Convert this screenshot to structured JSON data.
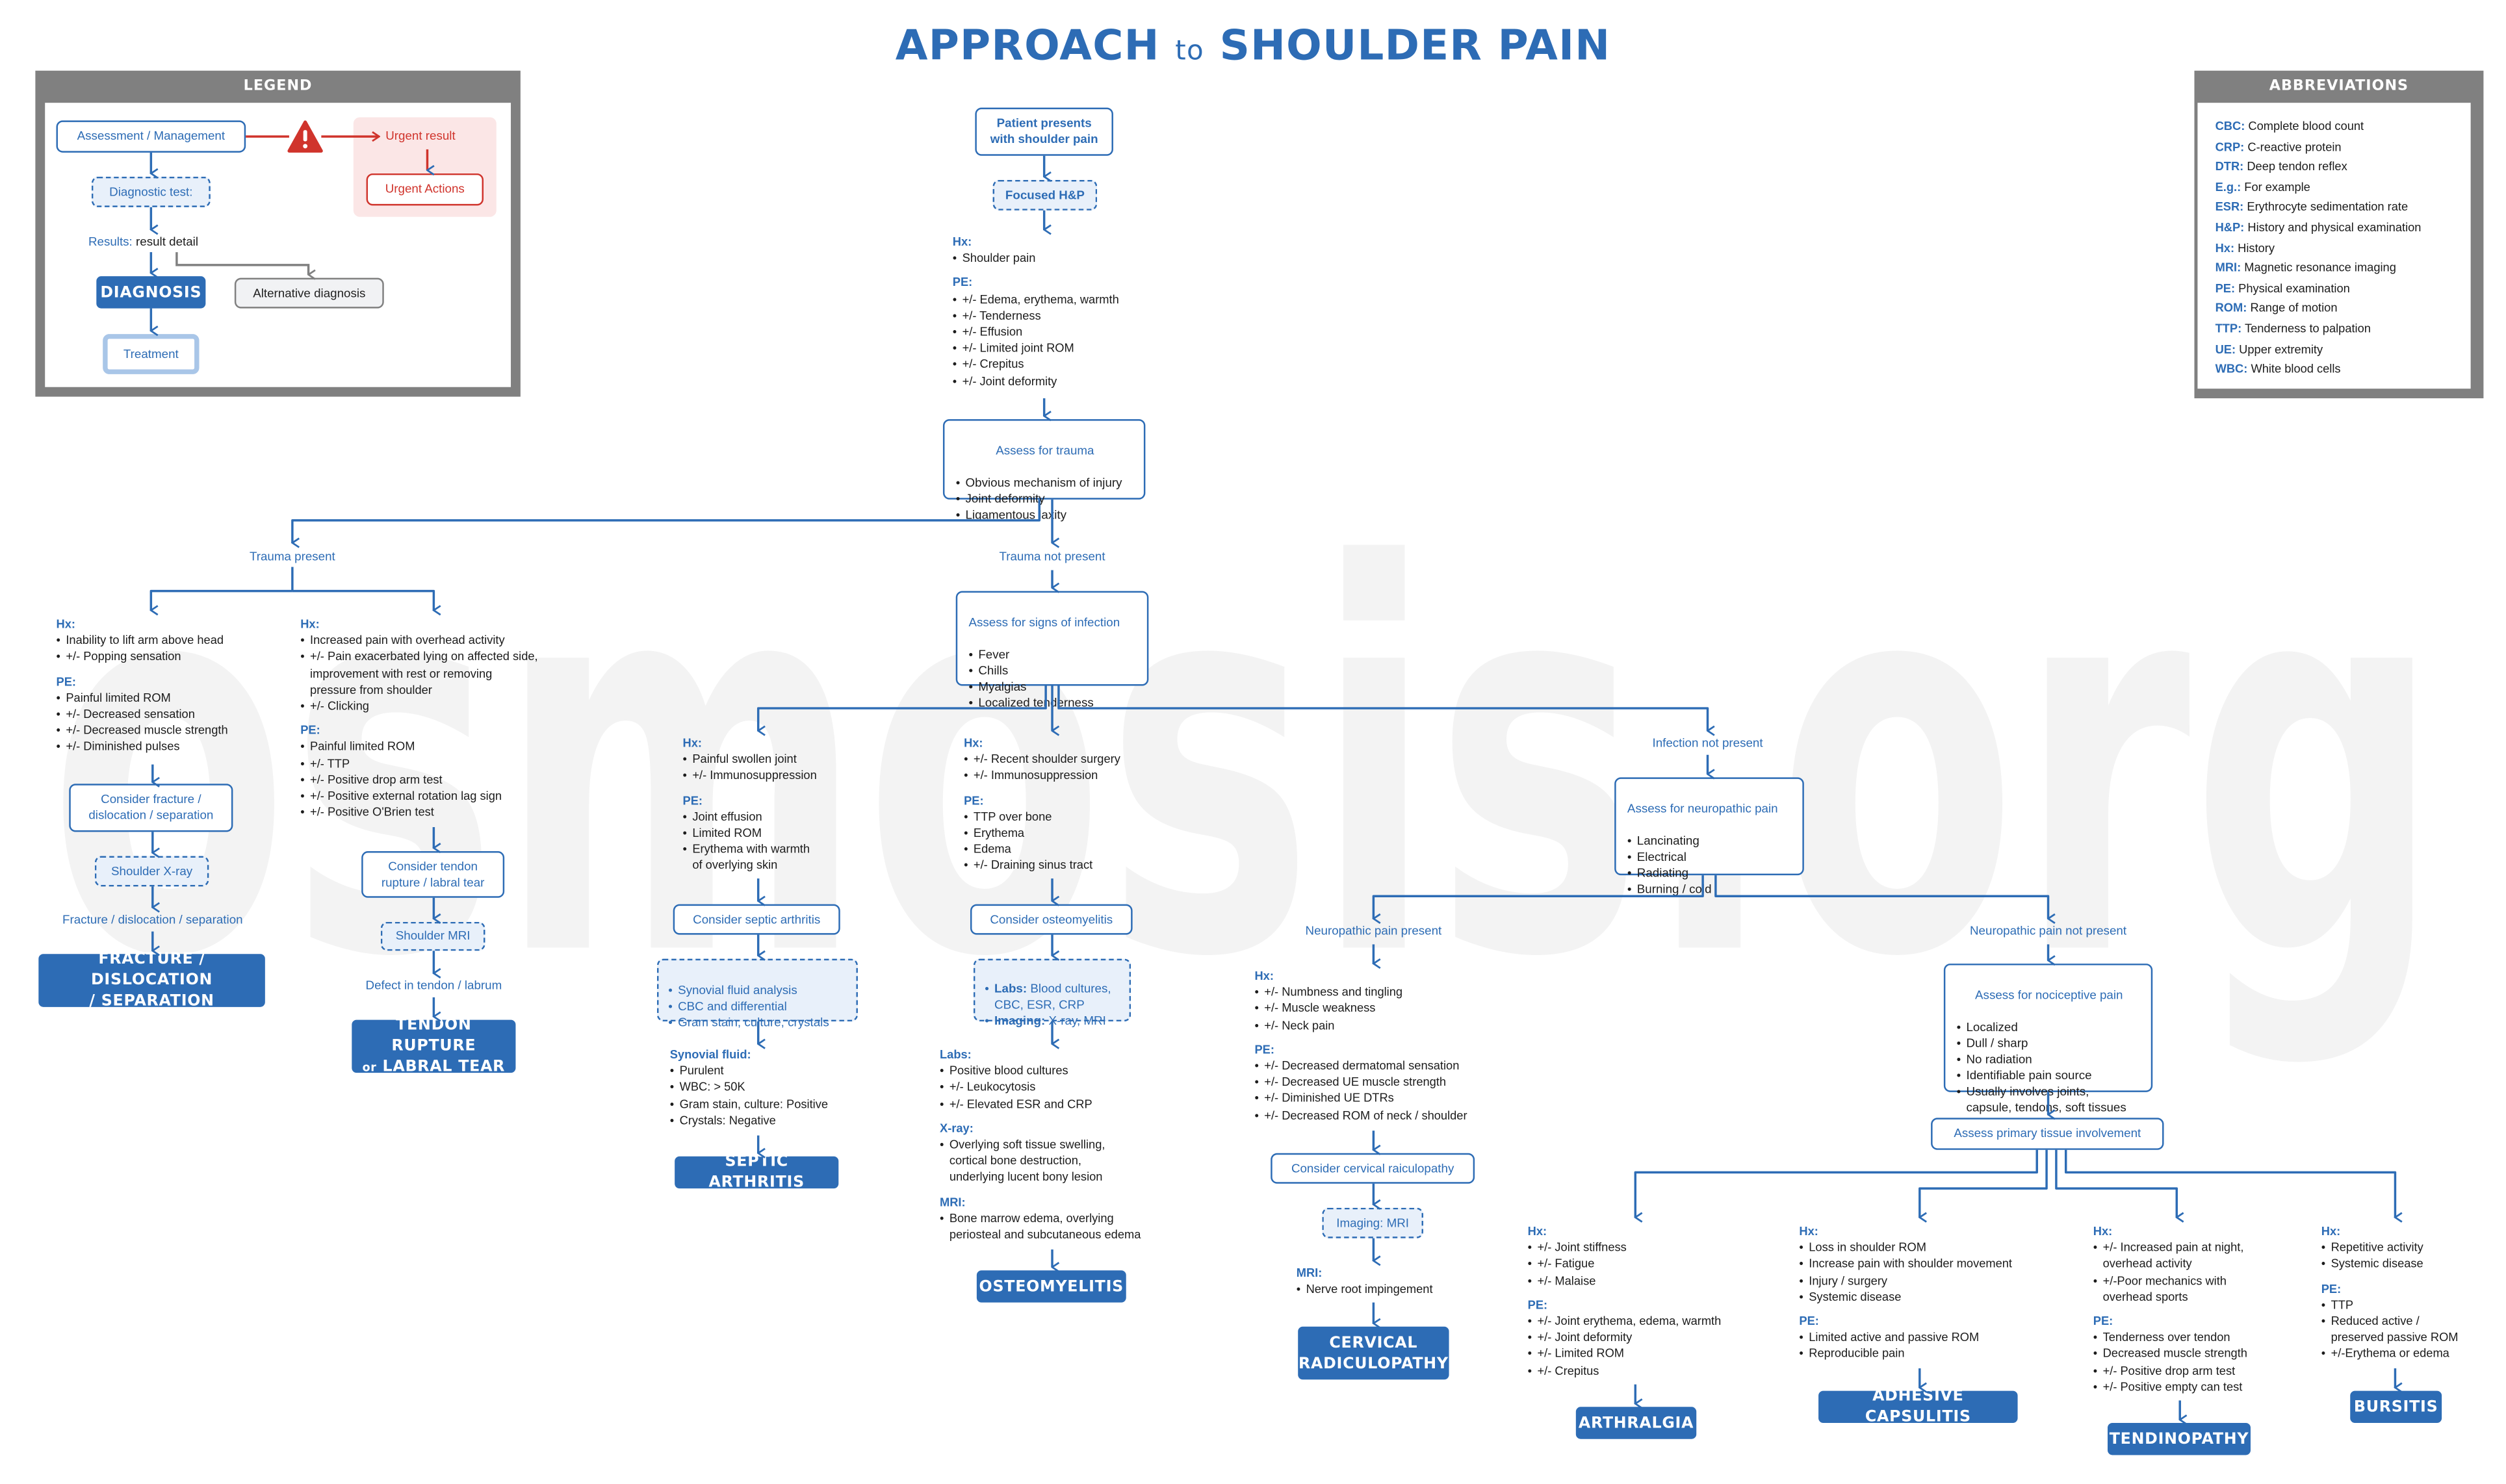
{
  "title": {
    "part1": "APPROACH",
    "part2": "to",
    "part3": "SHOULDER PAIN"
  },
  "watermark": "osmosis.org",
  "colors": {
    "primary": "#2d6cb5",
    "dashed_fill": "#e8f0fa",
    "urgent": "#d0342c",
    "urgent_bg": "#fbe6e6",
    "panel": "#808080",
    "watermark": "#f3f3f3"
  },
  "legend": {
    "header": "LEGEND",
    "assessment": "Assessment / Management",
    "diagnostic_test": "Diagnostic test:",
    "results_label": "Results:",
    "results_detail": "result detail",
    "diagnosis": "DIAGNOSIS",
    "alternative": "Alternative diagnosis",
    "treatment": "Treatment",
    "urgent_result": "Urgent result",
    "urgent_actions": "Urgent Actions",
    "warning_icon": "warning-triangle-icon"
  },
  "abbreviations": {
    "header": "ABBREVIATIONS",
    "items": [
      {
        "b": "CBC:",
        "t": "Complete blood count"
      },
      {
        "b": "CRP:",
        "t": "C-reactive protein"
      },
      {
        "b": "DTR:",
        "t": "Deep tendon reflex"
      },
      {
        "b": "E.g.:",
        "t": "For example"
      },
      {
        "b": "ESR:",
        "t": "Erythrocyte sedimentation rate"
      },
      {
        "b": "H&P:",
        "t": "History and physical examination"
      },
      {
        "b": "Hx:",
        "t": "History"
      },
      {
        "b": "MRI:",
        "t": "Magnetic resonance imaging"
      },
      {
        "b": "PE:",
        "t": "Physical examination"
      },
      {
        "b": "ROM:",
        "t": "Range of motion"
      },
      {
        "b": "TTP:",
        "t": "Tenderness to palpation"
      },
      {
        "b": "UE:",
        "t": "Upper extremity"
      },
      {
        "b": "WBC:",
        "t": "White blood cells"
      }
    ]
  },
  "start": {
    "presents": "Patient presents\nwith shoulder pain",
    "focused": "Focused H&P",
    "findings": [
      {
        "label": "Hx:",
        "items": [
          "Shoulder pain"
        ]
      },
      {
        "label": "PE:",
        "items": [
          "+/- Edema, erythema, warmth",
          "+/- Tenderness",
          "+/- Effusion",
          "+/- Limited joint ROM",
          "+/- Crepitus",
          "+/- Joint deformity"
        ]
      }
    ]
  },
  "trauma_assess": {
    "title": "Assess for trauma",
    "items": [
      "Obvious mechanism of injury",
      "Joint deformity",
      "Ligamentous laxity"
    ]
  },
  "trauma": {
    "label": "Trauma present",
    "fracture": {
      "findings": [
        {
          "label": "Hx:",
          "items": [
            "Inability to lift arm above head",
            "+/- Popping sensation"
          ]
        },
        {
          "label": "PE:",
          "items": [
            "Painful limited ROM",
            "+/- Decreased sensation",
            "+/- Decreased muscle strength",
            "+/- Diminished pulses"
          ]
        }
      ],
      "consider": "Consider fracture /\ndislocation / separation",
      "test": "Shoulder X-ray",
      "result": "Fracture / dislocation / separation",
      "diagnosis": "FRACTURE / DISLOCATION\n/ SEPARATION"
    },
    "tendon": {
      "findings": [
        {
          "label": "Hx:",
          "items": [
            "Increased pain with overhead activity",
            "+/- Pain exacerbated lying on affected side,\nimprovement with rest or removing\npressure from shoulder",
            "+/- Clicking"
          ]
        },
        {
          "label": "PE:",
          "items": [
            "Painful limited ROM",
            "+/- TTP",
            "+/- Positive drop arm test",
            "+/- Positive external rotation lag sign",
            "+/- Positive O'Brien test"
          ]
        }
      ],
      "consider": "Consider tendon\nrupture / labral tear",
      "test": "Shoulder MRI",
      "result": "Defect in tendon / labrum",
      "diagnosis": {
        "l1": "TENDON RUPTURE",
        "or": "or",
        "l2": "LABRAL TEAR"
      }
    }
  },
  "no_trauma": {
    "label": "Trauma not present",
    "infection_assess": {
      "title": "Assess for signs of infection",
      "items": [
        "Fever",
        "Chills",
        "Myalgias",
        "Localized tenderness"
      ]
    }
  },
  "septic": {
    "findings": [
      {
        "label": "Hx:",
        "items": [
          "Painful swollen joint",
          "+/- Immunosuppression"
        ]
      },
      {
        "label": "PE:",
        "items": [
          "Joint effusion",
          "Limited ROM",
          "Erythema with warmth\nof overlying skin"
        ]
      }
    ],
    "consider": "Consider septic arthritis",
    "tests": [
      "Synovial fluid analysis",
      "CBC and differential",
      "Gram stain, culture, crystals"
    ],
    "results": [
      {
        "label": "Synovial fluid:",
        "items": [
          "Purulent",
          "WBC: > 50K",
          "Gram stain, culture: Positive",
          "Crystals: Negative"
        ]
      }
    ],
    "diagnosis": "SEPTIC ARTHRITIS"
  },
  "osteo": {
    "findings": [
      {
        "label": "Hx:",
        "items": [
          "+/- Recent shoulder surgery",
          "+/- Immunosuppression"
        ]
      },
      {
        "label": "PE:",
        "items": [
          "TTP over bone",
          "Erythema",
          "Edema",
          "+/- Draining sinus tract"
        ]
      }
    ],
    "consider": "Consider osteomyelitis",
    "tests": [
      {
        "b": "Labs:",
        "t": "Blood cultures,\nCBC, ESR, CRP"
      },
      {
        "b": "Imaging:",
        "t": "X-ray, MRI"
      }
    ],
    "results": [
      {
        "label": "Labs:",
        "items": [
          "Positive blood cultures",
          "+/- Leukocytosis",
          "+/- Elevated ESR and CRP"
        ]
      },
      {
        "label": "X-ray:",
        "items": [
          "Overlying soft tissue swelling,\ncortical bone destruction,\nunderlying lucent bony lesion"
        ]
      },
      {
        "label": "MRI:",
        "items": [
          "Bone marrow edema, overlying\nperiosteal and subcutaneous edema"
        ]
      }
    ],
    "diagnosis": "OSTEOMYELITIS"
  },
  "no_infection": {
    "label": "Infection not present",
    "neuro_assess": {
      "title": "Assess for neuropathic pain",
      "items": [
        "Lancinating",
        "Electrical",
        "Radiating",
        "Burning / cold"
      ]
    }
  },
  "neuro": {
    "label": "Neuropathic pain present",
    "findings": [
      {
        "label": "Hx:",
        "items": [
          "+/- Numbness and tingling",
          "+/- Muscle weakness",
          "+/- Neck pain"
        ]
      },
      {
        "label": "PE:",
        "items": [
          "+/- Decreased dermatomal sensation",
          "+/- Decreased UE muscle strength",
          "+/- Diminished UE DTRs",
          "+/- Decreased ROM of neck / shoulder"
        ]
      }
    ],
    "consider": "Consider cervical raiculopathy",
    "test_label": "Imaging:",
    "test_value": "MRI",
    "results": [
      {
        "label": "MRI:",
        "items": [
          "Nerve root impingement"
        ]
      }
    ],
    "diagnosis": "CERVICAL\nRADICULOPATHY"
  },
  "no_neuro": {
    "label": "Neuropathic pain not present",
    "nociceptive": {
      "title": "Assess for nociceptive pain",
      "items": [
        "Localized",
        "Dull / sharp",
        "No radiation",
        "Identifiable pain source",
        "Usually involves joints,\ncapsule, tendons,  soft tissues"
      ]
    },
    "tissue": "Assess primary tissue involvement"
  },
  "arthralgia": {
    "findings": [
      {
        "label": "Hx:",
        "items": [
          "+/- Joint stiffness",
          "+/- Fatigue",
          "+/- Malaise"
        ]
      },
      {
        "label": "PE:",
        "items": [
          "+/- Joint erythema, edema, warmth",
          "+/- Joint deformity",
          "+/- Limited ROM",
          "+/- Crepitus"
        ]
      }
    ],
    "diagnosis": "ARTHRALGIA"
  },
  "adhesive": {
    "findings": [
      {
        "label": "Hx:",
        "items": [
          "Loss in shoulder ROM",
          "Increase pain with shoulder movement",
          "Injury / surgery",
          "Systemic disease"
        ]
      },
      {
        "label": "PE:",
        "items": [
          "Limited active and passive ROM",
          "Reproducible pain"
        ]
      }
    ],
    "diagnosis": "ADHESIVE CAPSULITIS"
  },
  "tendinopathy": {
    "findings": [
      {
        "label": "Hx:",
        "items": [
          "+/- Increased pain at night,\noverhead activity",
          "+/-Poor mechanics with\noverhead sports"
        ]
      },
      {
        "label": "PE:",
        "items": [
          "Tenderness over tendon",
          "Decreased muscle strength",
          "+/- Positive drop arm test",
          "+/- Positive empty can test"
        ]
      }
    ],
    "diagnosis": "TENDINOPATHY"
  },
  "bursitis": {
    "findings": [
      {
        "label": "Hx:",
        "items": [
          "Repetitive activity",
          "Systemic disease"
        ]
      },
      {
        "label": "PE:",
        "items": [
          "TTP",
          "Reduced active /\npreserved passive ROM",
          "+/-Erythema or edema"
        ]
      }
    ],
    "diagnosis": "BURSITIS"
  }
}
